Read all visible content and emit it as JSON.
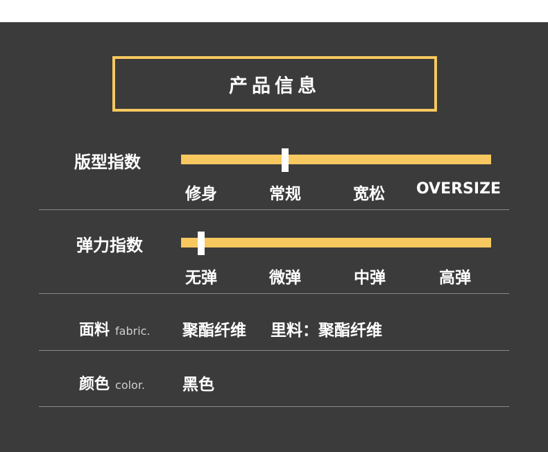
{
  "title": "产品信息",
  "fit": {
    "label": "版型指数",
    "value": 0.335,
    "ticks": [
      "修身",
      "常规",
      "宽松",
      "OVERSIZE"
    ]
  },
  "elasticity": {
    "label": "弹力指数",
    "value": 0.065,
    "ticks": [
      "无弹",
      "微弹",
      "中弹",
      "高弹"
    ]
  },
  "fabric": {
    "label": "面料",
    "label_en": "fabric.",
    "value": "聚酯纤维",
    "lining": "里料：聚酯纤维"
  },
  "color": {
    "label": "颜色",
    "label_en": "color.",
    "value": "黑色"
  },
  "colors": {
    "accent": "#f6c85f",
    "background": "#3b3b3b"
  }
}
